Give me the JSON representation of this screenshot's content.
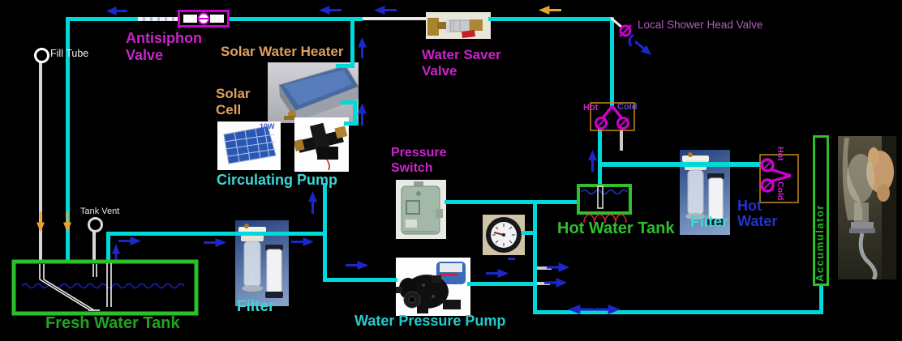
{
  "labels": {
    "fill_tube": "Fill Tube",
    "tank_vent": "Tank Vent",
    "antisiphon_l1": "Antisiphon",
    "antisiphon_l2": "Valve",
    "solar_water_heater": "Solar Water Heater",
    "solar_l1": "Solar",
    "solar_l2": "Cell",
    "solar_cell_rating": "10W",
    "water_saver_l1": "Water Saver",
    "water_saver_l2": "Valve",
    "local_shower_head_valve": "Local Shower Head Valve",
    "shower_hot": "Hot",
    "shower_cold": "Cold",
    "pressure_l1": "Pressure",
    "pressure_l2": "Switch",
    "hot_water_tank": "Hot Water Tank",
    "filter_left": "Filter",
    "filter_right": "Filter",
    "hot_water_l1": "Hot",
    "hot_water_l2": "Water",
    "accumulator": "Accumulator",
    "circulating_pump": "Circulating Pump",
    "fresh_water_tank": "Fresh Water Tank",
    "water_pressure_pump": "Water Pressure Pump",
    "mixer_hot": "Hot",
    "mixer_cold": "Cold"
  },
  "colors": {
    "pipe": "#00d9d9",
    "pipe_white": "#e6e6e6",
    "arrow_blue": "#1b27c9",
    "arrow_orange": "#e8a232",
    "magenta_label": "#cc22cc",
    "orchid_label": "#b45cc0",
    "orange_label": "#dfa060",
    "green_label": "#2fbf2f",
    "green_tank": "#2bbf2b",
    "cyan_label": "#3cd6d6",
    "blue_label": "#2233cc",
    "cold_label": "#5e49cf",
    "valve_symbol": "#cc00cc",
    "mixer_box": "#cc8822",
    "heater_coil": "#cc2233",
    "water_wave": "#2222cc"
  },
  "icons": {
    "flow_arrow": "triangle-with-tail",
    "valve": "circle-with-slash",
    "mixer": "two-valves-joined-v",
    "tank": "green-rectangle",
    "vent": "open-circle"
  }
}
